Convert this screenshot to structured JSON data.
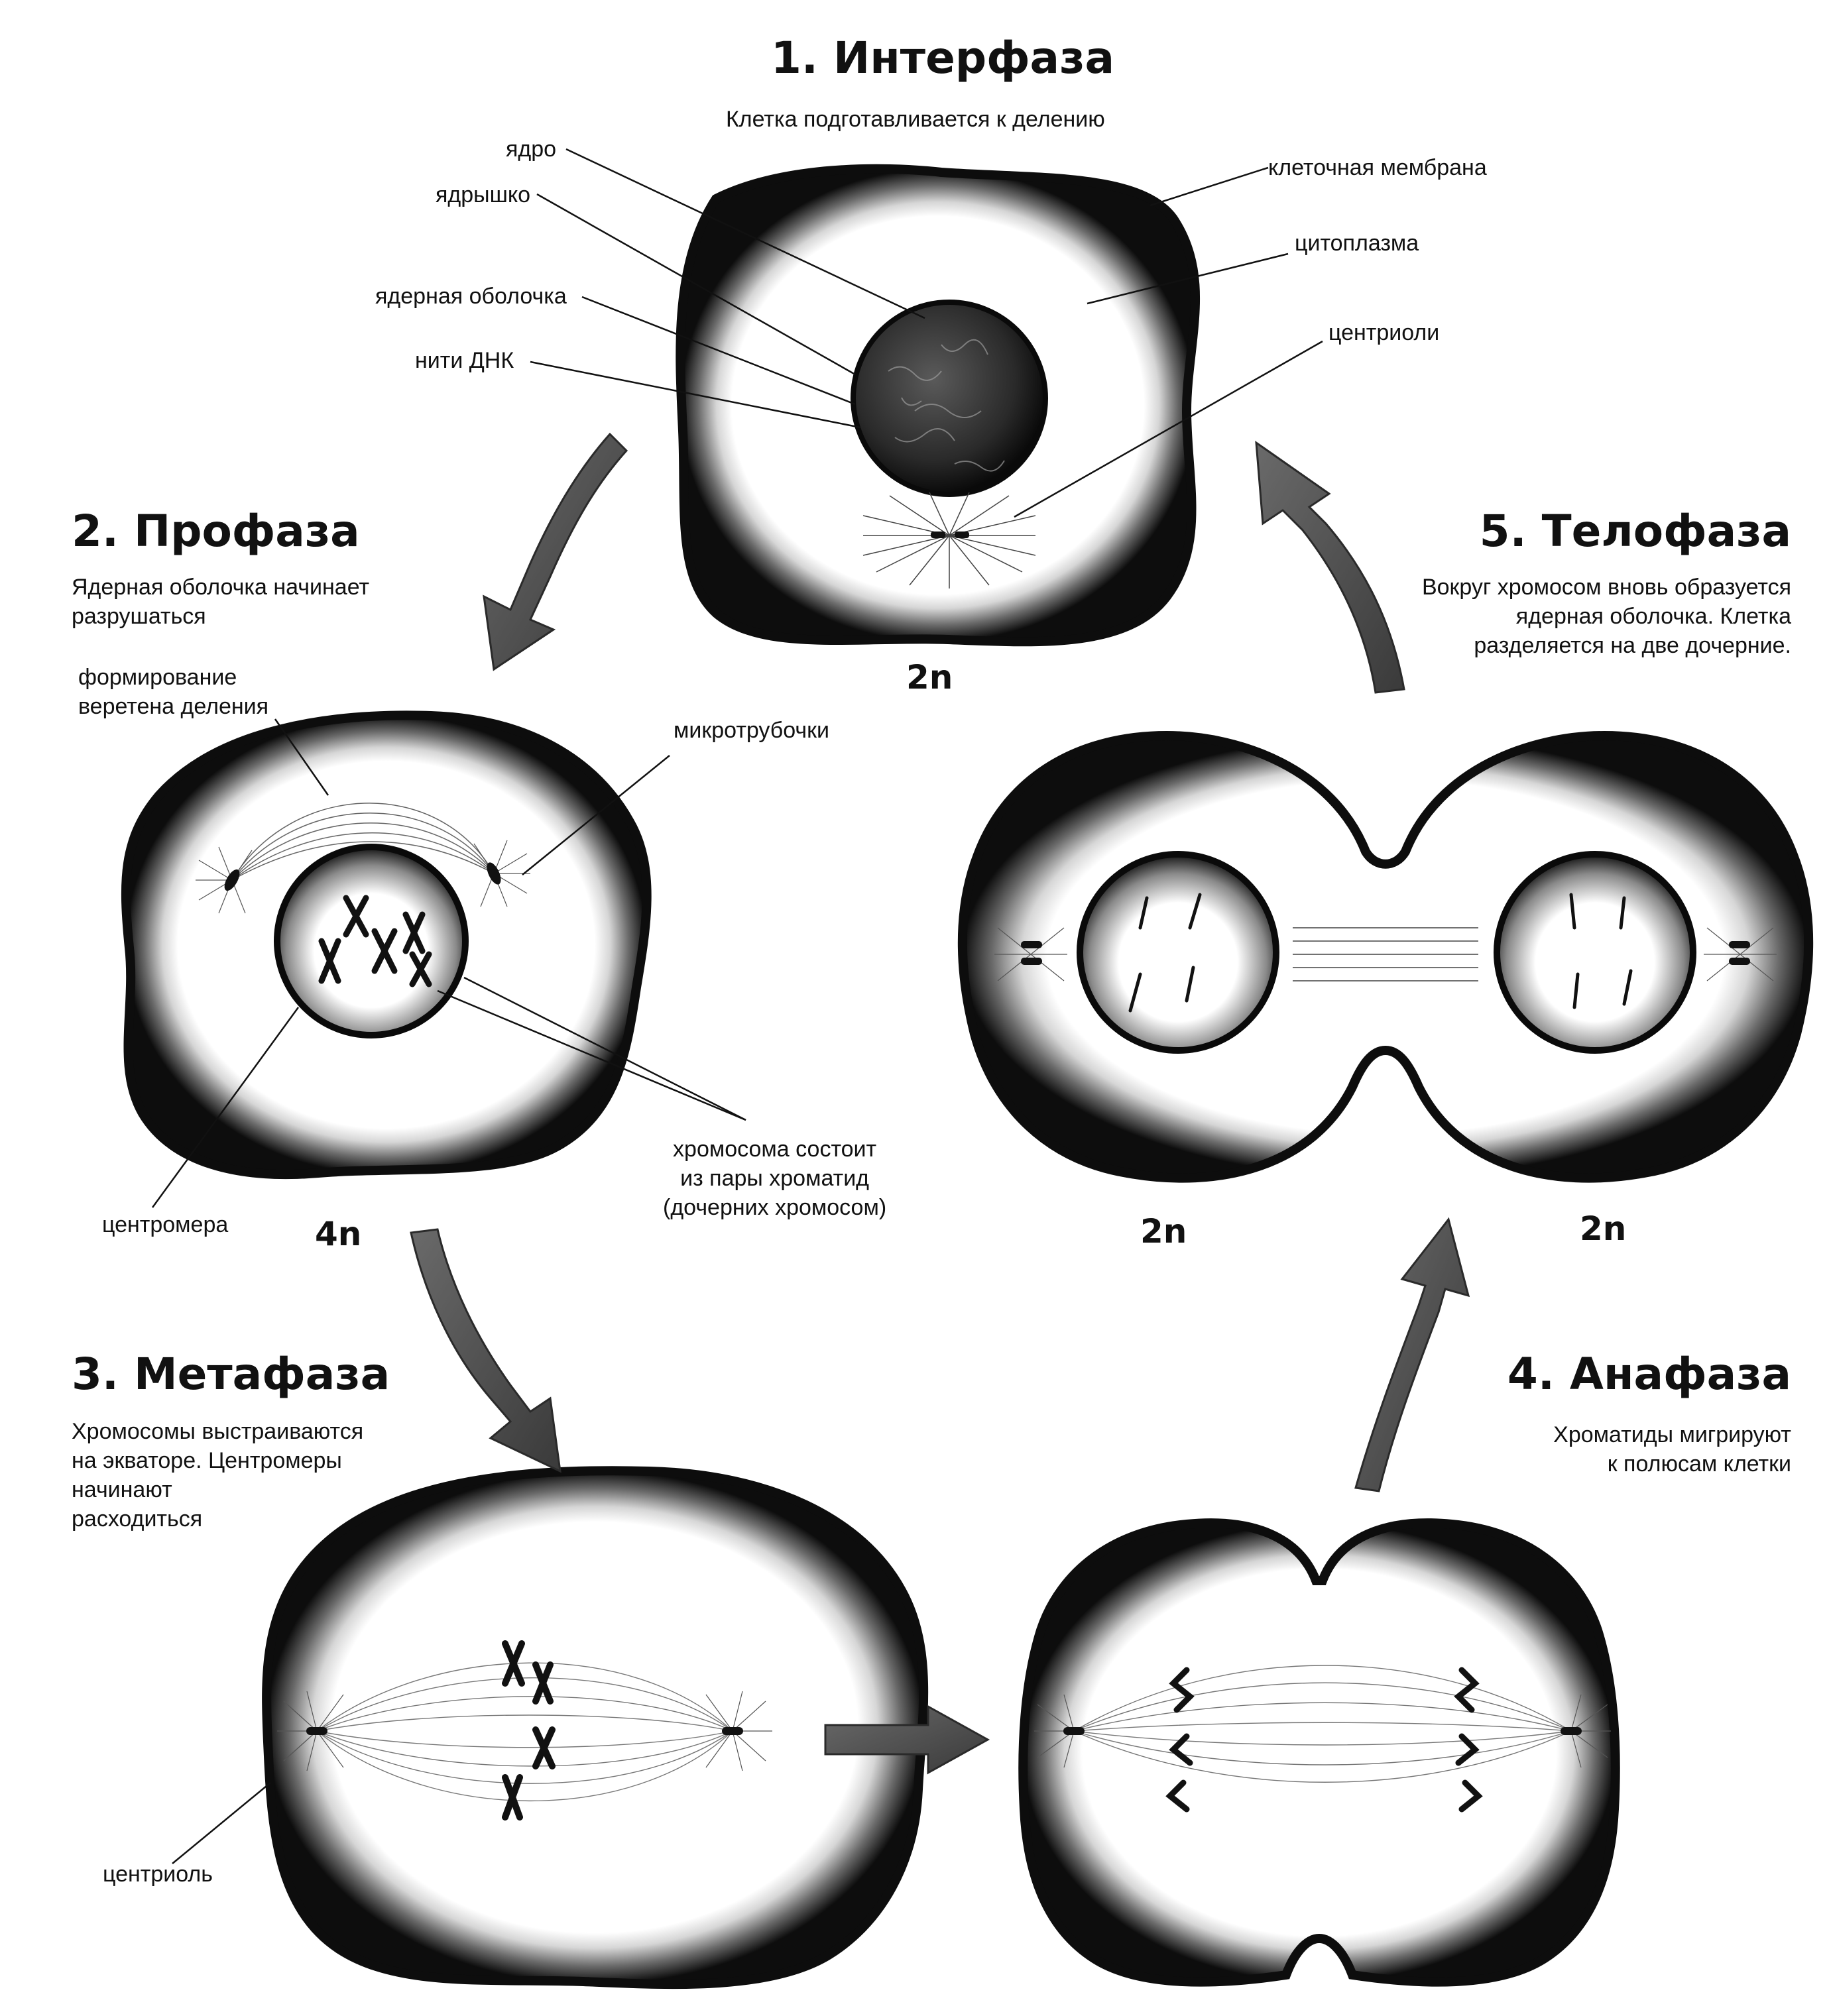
{
  "phases": {
    "interphase": {
      "title": "1. Интерфаза",
      "description": "Клетка подготавливается к делению",
      "ploidy": "2n",
      "labels": {
        "nucleus": "ядро",
        "nucleolus": "ядрышко",
        "nuclear_envelope": "ядерная оболочка",
        "dna_threads": "нити ДНК",
        "cell_membrane": "клеточная мембрана",
        "cytoplasm": "цитоплазма",
        "centrioles": "центриоли"
      }
    },
    "prophase": {
      "title": "2. Профаза",
      "description_lines": [
        "Ядерная оболочка начинает",
        "разрушаться"
      ],
      "ploidy": "4n",
      "labels": {
        "spindle_lines": [
          "формирование",
          "веретена деления"
        ],
        "microtubules": "микротрубочки",
        "chromosome_lines": [
          "хромосома состоит",
          "из пары хроматид",
          "(дочерних хромосом)"
        ],
        "centromere": "центромера"
      }
    },
    "metaphase": {
      "title": "3. Метафаза",
      "description_lines": [
        "Хромосомы выстраиваются",
        "на экваторе. Центромеры",
        "начинают",
        "расходиться"
      ],
      "labels": {
        "centriole": "центриоль"
      }
    },
    "anaphase": {
      "title": "4. Анафаза",
      "description_lines": [
        "Хроматиды мигрируют",
        "к полюсам клетки"
      ]
    },
    "telophase": {
      "title": "5. Телофаза",
      "description_lines": [
        "Вокруг хромосом вновь образуется",
        "ядерная оболочка. Клетка",
        "разделяется на две дочерние."
      ],
      "ploidy_left": "2n",
      "ploidy_right": "2n"
    }
  },
  "colors": {
    "ink": "#111111",
    "paper": "#ffffff",
    "shade": "#555555"
  }
}
